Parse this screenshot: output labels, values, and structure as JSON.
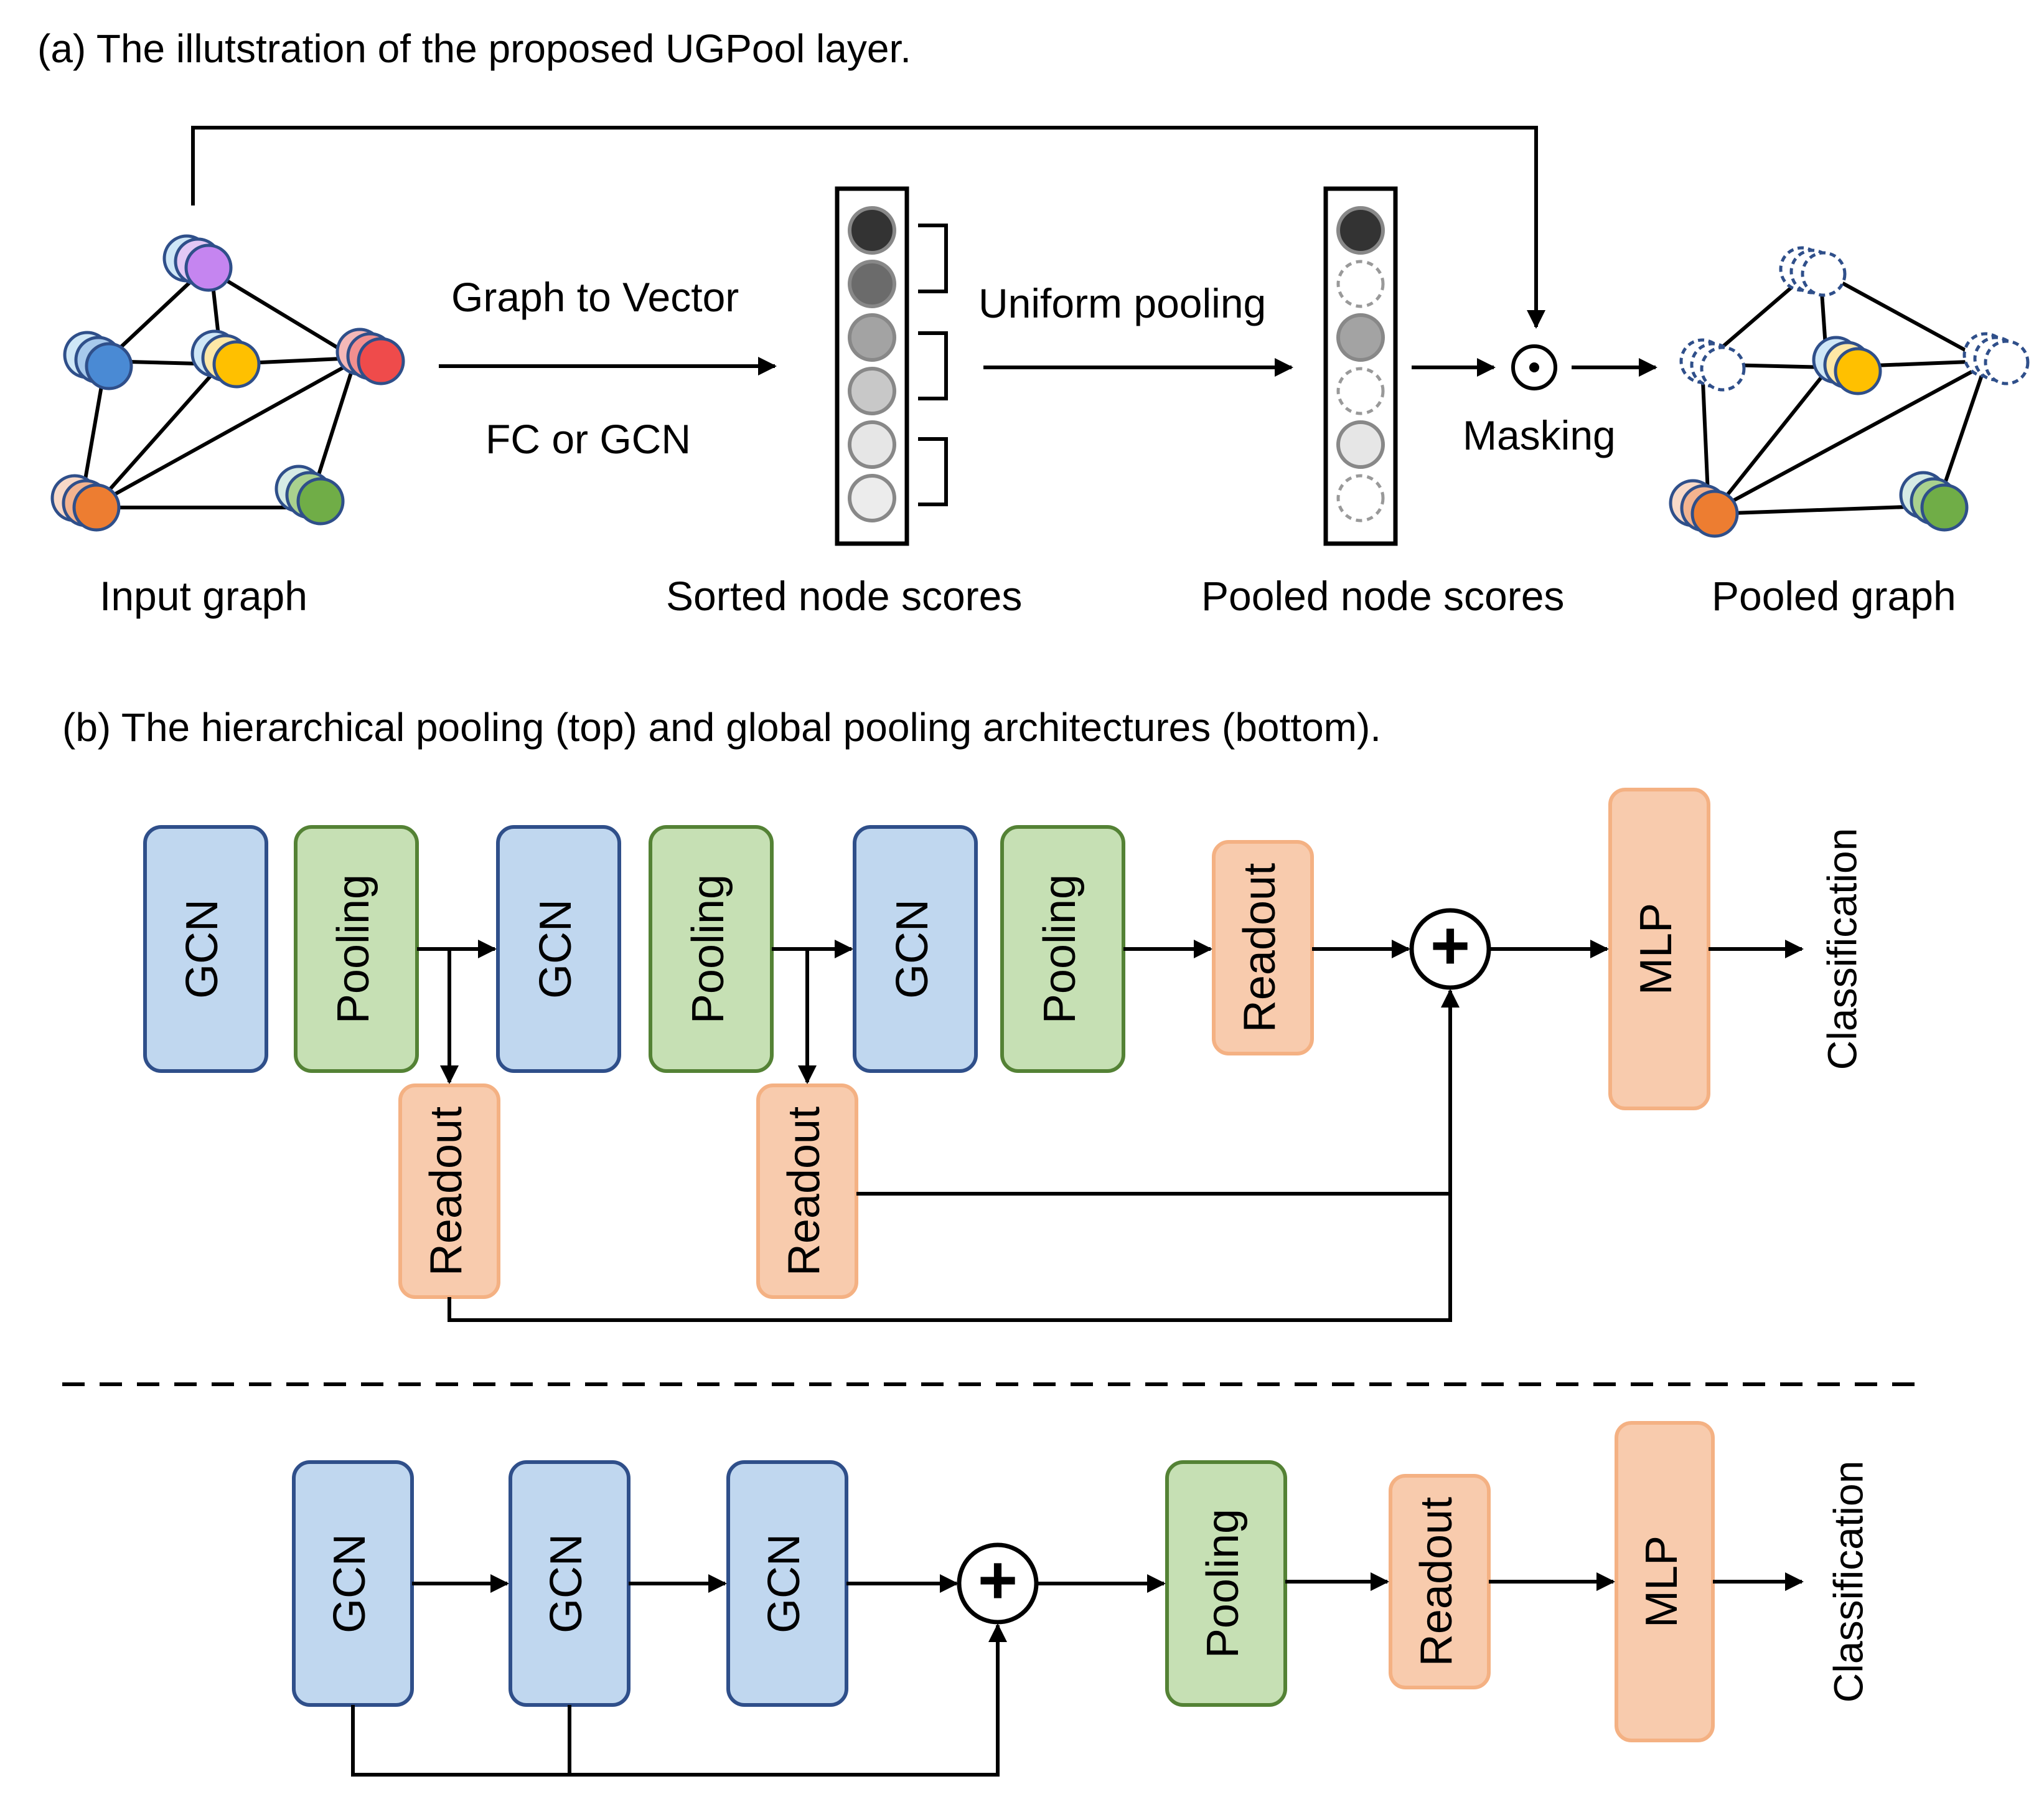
{
  "panel_a": {
    "caption": "(a) The illutstration of the proposed UGPool layer.",
    "input_label": "Input graph",
    "edge_label_top": "Graph to Vector",
    "edge_label_bottom": "FC or GCN",
    "sorted_label": "Sorted node scores",
    "uniform_label": "Uniform pooling",
    "pooled_scores_label": "Pooled node scores",
    "masking_label": "Masking",
    "pooled_graph_label": "Pooled graph",
    "sorted_scores_colors": [
      "#333333",
      "#6b6b6b",
      "#a3a3a3",
      "#c8c8c8",
      "#e6e6e6",
      "#ececec"
    ],
    "pooled_scores_colors": [
      "#333333",
      null,
      "#a3a3a3",
      null,
      "#e6e6e6",
      null
    ],
    "node_colors": {
      "purple": "#c585f0",
      "blue": "#4a8ad4",
      "yellow": "#ffc000",
      "red": "#ef4b4b",
      "orange": "#ed7d31",
      "green": "#70ad47"
    }
  },
  "panel_b": {
    "caption": "(b) The hierarchical pooling (top) and global pooling architectures (bottom).",
    "gcn": "GCN",
    "pooling": "Pooling",
    "readout": "Readout",
    "mlp": "MLP",
    "classification": "Classification",
    "plus": "+"
  },
  "colors": {
    "gcn_fill": "#c0d7ef",
    "pooling_fill": "#c6e0b4",
    "readout_fill": "#f8cbad"
  }
}
